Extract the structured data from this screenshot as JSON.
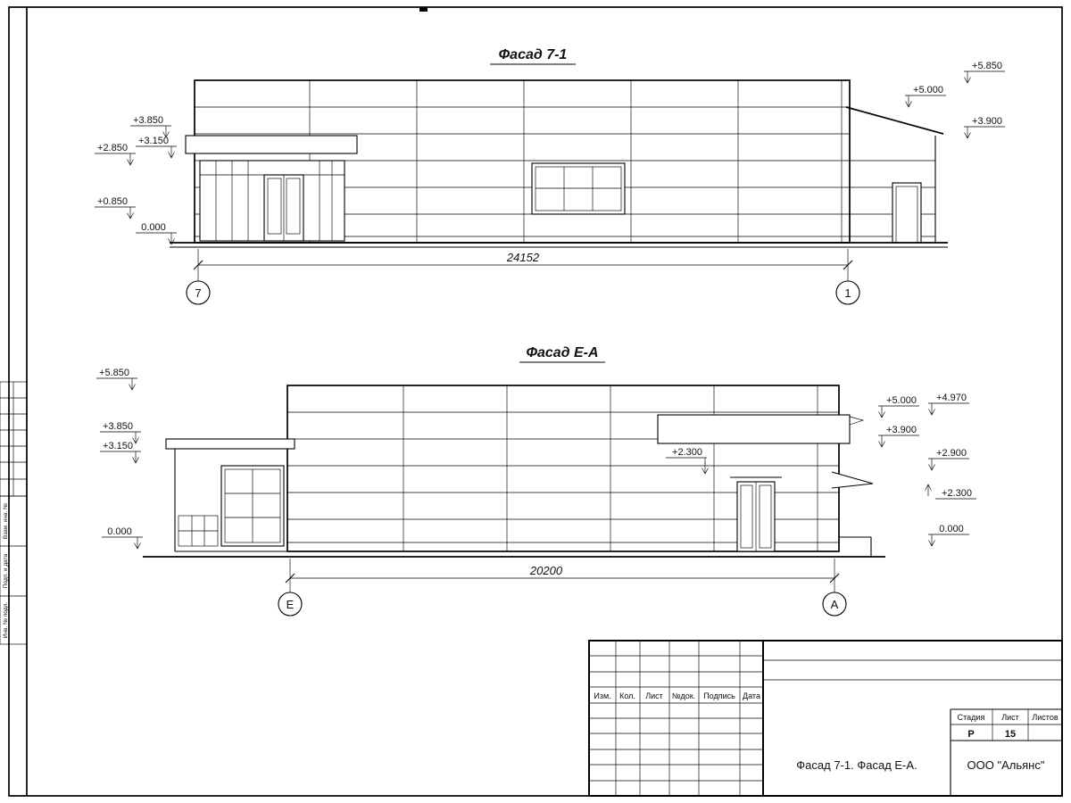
{
  "sheet": {
    "facade1": {
      "title": "Фасад 7-1",
      "dimension": "24152",
      "axis_left": "7",
      "axis_right": "1",
      "marks": {
        "m3850": "+3.850",
        "m3150": "+3.150",
        "m2850": "+2.850",
        "m0850": "+0.850",
        "m0000": "0.000",
        "m5850": "+5.850",
        "m5000": "+5.000",
        "m3900": "+3.900"
      }
    },
    "facade2": {
      "title": "Фасад Е-А",
      "dimension": "20200",
      "axis_left": "Е",
      "axis_right": "А",
      "marks": {
        "l5850": "+5.850",
        "l3850": "+3.850",
        "l3150": "+3.150",
        "l0000": "0.000",
        "mid2300": "+2.300",
        "r5000": "+5.000",
        "r4970": "+4.970",
        "r3900": "+3.900",
        "r2900": "+2.900",
        "r2300": "+2.300",
        "r0000": "0.000"
      }
    },
    "title_block": {
      "col_izm": "Изм.",
      "col_kol": "Кол.",
      "col_list": "Лист",
      "col_ndok": "№док.",
      "col_podpis": "Подпись",
      "col_data": "Дата",
      "stage_label": "Стадия",
      "sheet_label": "Лист",
      "sheets_label": "Листов",
      "stage_value": "Р",
      "sheet_value": "15",
      "doc_title": "Фасад 7-1. Фасад Е-А.",
      "company": "ООО \"Альянс\""
    },
    "side_column": {
      "label1": "Взам. инв. №",
      "label2": "Подп. и дата",
      "label3": "Инв. № подл."
    }
  }
}
